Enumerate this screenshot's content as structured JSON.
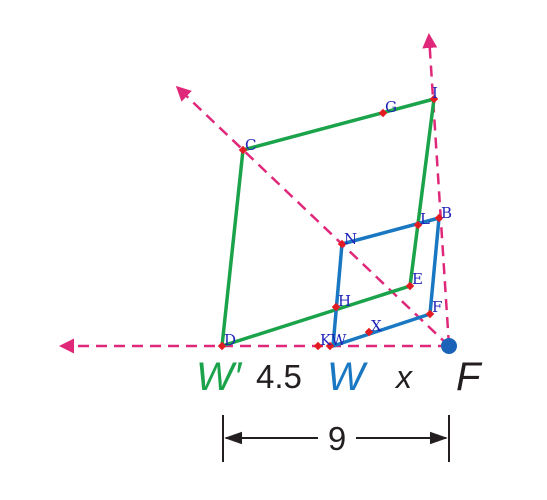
{
  "colors": {
    "outer": "#1aa34a",
    "inner": "#1a78c2",
    "ray": "#e0287a",
    "point": "#e31b23",
    "center": "#1a63b8",
    "label": "#1f22b8",
    "dark": "#231f20"
  },
  "point_labels": {
    "D": "D",
    "C": "C",
    "G": "G",
    "I": "I",
    "N": "N",
    "L": "L",
    "B": "B",
    "E": "E",
    "H": "H",
    "F": "F",
    "X": "X",
    "K": "K",
    "W": "W"
  },
  "bottom_labels": {
    "w_prime": "W′",
    "dist_left": "4.5",
    "w": "W",
    "x": "x",
    "f": "F"
  },
  "dimension": {
    "value": "9"
  }
}
